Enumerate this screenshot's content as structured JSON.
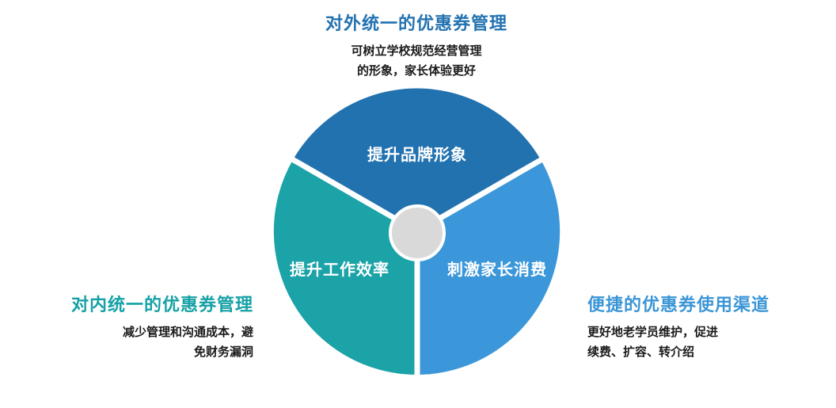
{
  "wheel": {
    "segments": [
      {
        "label": "提升品牌形象",
        "color": "#2272b0"
      },
      {
        "label": "提升工作效率",
        "color": "#1ba3a8"
      },
      {
        "label": "刺激家长消费",
        "color": "#3b97d9"
      }
    ],
    "center_color": "#d9d9d9"
  },
  "callouts": {
    "top": {
      "title": "对外统一的优惠券管理",
      "desc_lines": [
        "可树立学校规范经营管理",
        "的形象，家长体验更好"
      ]
    },
    "left": {
      "title": "对内统一的优惠券管理",
      "desc_lines": [
        "减少管理和沟通成本，避",
        "免财务漏洞"
      ]
    },
    "right": {
      "title": "便捷的优惠券使用渠道",
      "desc_lines": [
        "更好地老学员维护，促进",
        "续费、扩容、转介绍"
      ]
    }
  }
}
